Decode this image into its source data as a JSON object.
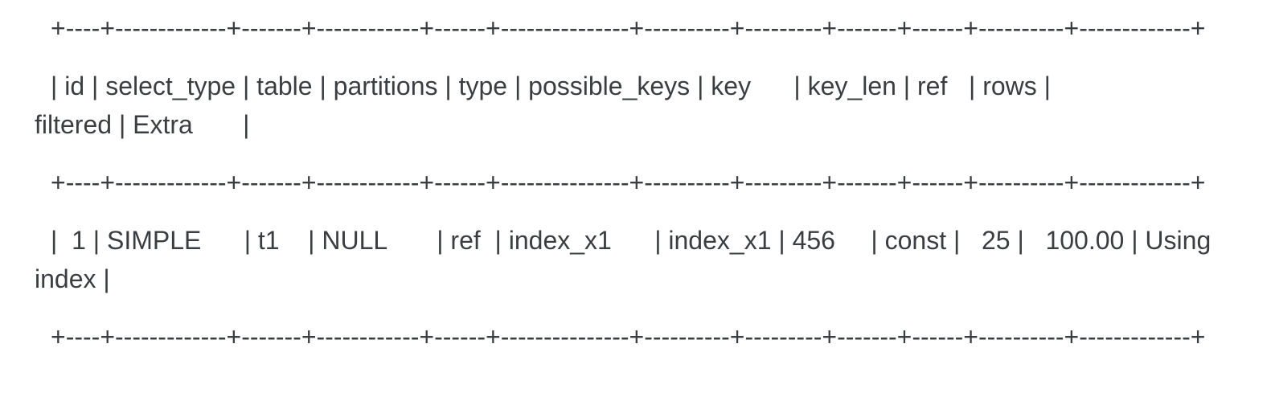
{
  "page": {
    "background_color": "#ffffff",
    "text_color": "#3b3e40"
  },
  "explain_output": {
    "description": "MySQL EXPLAIN console output rendered as wrapped preformatted text",
    "lines": [
      {
        "kind": "border",
        "text": "+----+-------------+-------+------------+------+---------------+----------+---------+-------+------+----------+-------------+"
      },
      {
        "kind": "header",
        "text": "| id | select_type | table | partitions | type | possible_keys | key      | key_len | ref   | rows |\nfiltered | Extra       |"
      },
      {
        "kind": "border",
        "text": "+----+-------------+-------+------------+------+---------------+----------+---------+-------+------+----------+-------------+"
      },
      {
        "kind": "row",
        "text": "|  1 | SIMPLE      | t1    | NULL       | ref  | index_x1      | index_x1 | 456     | const |   25 |   100.00 | Using\nindex |"
      },
      {
        "kind": "border",
        "text": "+----+-------------+-------+------------+------+---------------+----------+---------+-------+------+----------+-------------+"
      }
    ]
  },
  "explain_table": {
    "columns": [
      "id",
      "select_type",
      "table",
      "partitions",
      "type",
      "possible_keys",
      "key",
      "key_len",
      "ref",
      "rows",
      "filtered",
      "Extra"
    ],
    "rows": [
      [
        "1",
        "SIMPLE",
        "t1",
        "NULL",
        "ref",
        "index_x1",
        "index_x1",
        "456",
        "const",
        "25",
        "100.00",
        "Using index"
      ]
    ]
  }
}
